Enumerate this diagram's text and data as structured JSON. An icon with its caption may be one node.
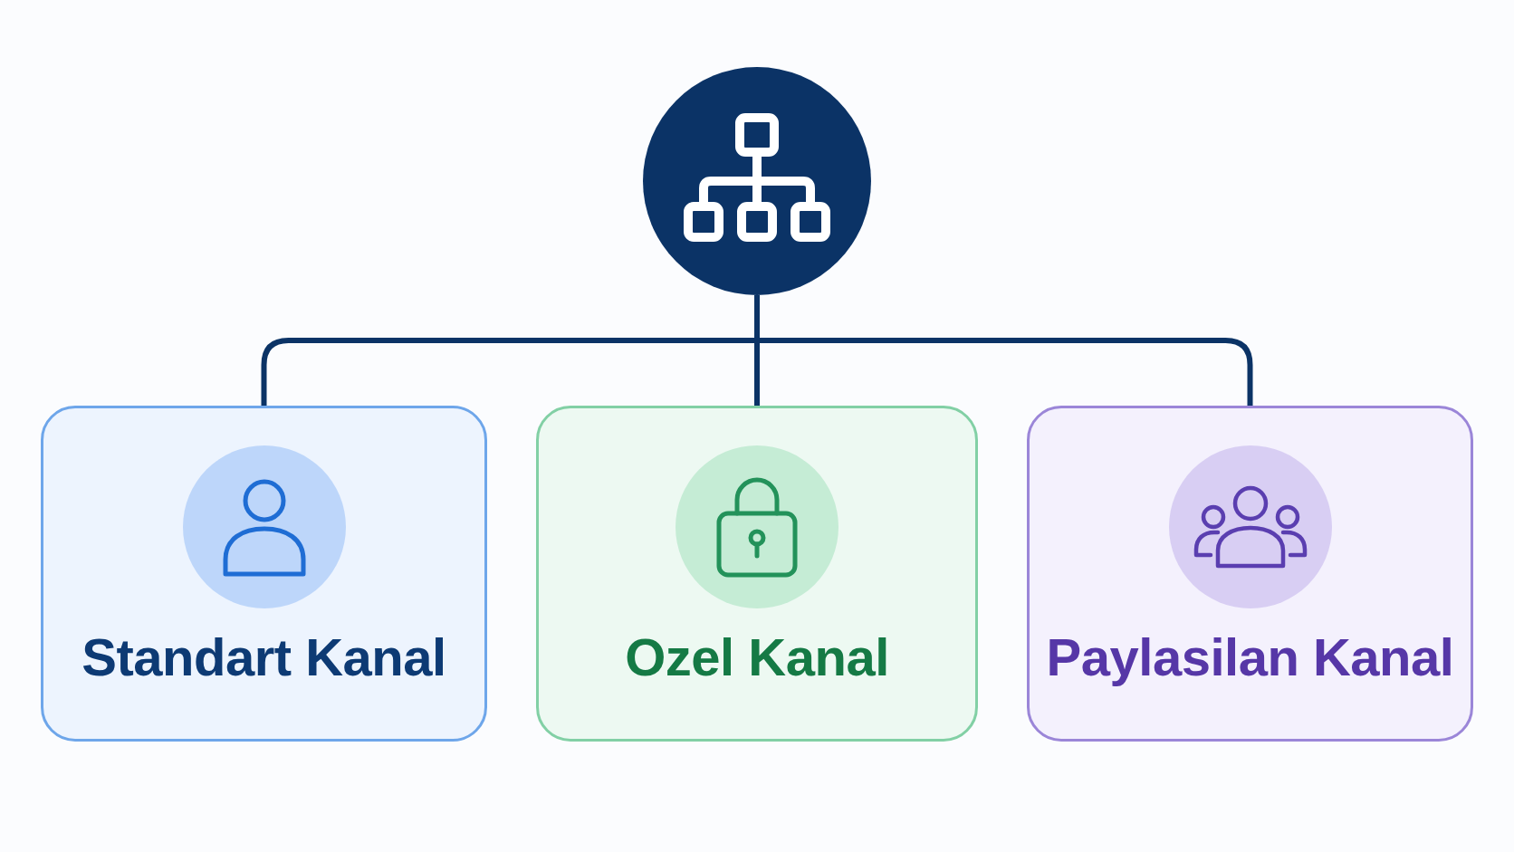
{
  "diagram": {
    "nodes": [
      {
        "text": [],
        "shape": "circle"
      },
      {
        "text": [
          "Standart Kanal"
        ]
      },
      {
        "text": [
          "Ozel Kanal"
        ]
      },
      {
        "text": [
          "Paylasilan Kanal"
        ]
      }
    ],
    "edges": [
      {
        "from": 0,
        "to": 1,
        "arrow": "none"
      },
      {
        "from": 0,
        "to": 2,
        "arrow": "none"
      },
      {
        "from": 0,
        "to": 3,
        "arrow": "none"
      }
    ]
  }
}
